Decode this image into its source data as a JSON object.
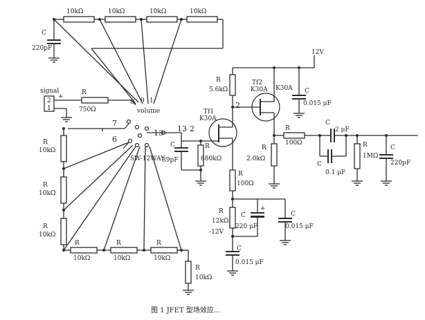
{
  "colors": {
    "ink": "#2a2a2a",
    "background": "#ffffff"
  },
  "diagram": {
    "caption": "图 1   JFET 型场效应...",
    "input": {
      "label": "signal",
      "pin_top": "2",
      "pin_bottom": "1",
      "plus": "+"
    },
    "supply_pos": "12V",
    "supply_neg": "-12V",
    "switch": {
      "line1": "volume",
      "line2": "SW-12WAY",
      "pin7": "7",
      "pin6": "6",
      "pin13": "13",
      "pin_a": "8",
      "pin_b": "9",
      "pin_c": "1"
    },
    "node_labels": {
      "n13": "13",
      "n2a": "2",
      "n2b": "2"
    },
    "transistors": {
      "tf1": {
        "name": "Tf1",
        "type": "K30A"
      },
      "tf2": {
        "name": "Tf2",
        "type": "K30A"
      }
    },
    "components": {
      "top_r1": "10kΩ",
      "top_r2": "10kΩ",
      "top_r3": "10kΩ",
      "top_r4": "10kΩ",
      "c_top_label": "C",
      "c_top": "220pF",
      "r_in_label": "R",
      "r_in": "750Ω",
      "l_r1_label": "R",
      "l_r1": "10kΩ",
      "l_r2_label": "R",
      "l_r2": "10kΩ",
      "l_r3_label": "R",
      "l_r3": "10kΩ",
      "b_r1_label": "R",
      "b_r1": "10kΩ",
      "b_r2_label": "R",
      "b_r2": "10kΩ",
      "b_r3_label": "R",
      "b_r3": "10kΩ",
      "b_r4_label": "R",
      "b_r4": "10kΩ",
      "c_sw_label": "C",
      "c_sw": "39pF",
      "r_gate_label": "R",
      "r_gate": "680kΩ",
      "r_drain1_label": "R",
      "r_drain1": "5.6kΩ",
      "r_src1_label": "R",
      "r_src1": "100Ω",
      "r_src2_label": "R",
      "r_src2": "12kΩ",
      "c_elec_label": "C",
      "c_elec": "220 μF",
      "c_byp_label": "C",
      "c_byp": "0.015 μF",
      "c_neg_label": "C",
      "c_neg": "0.015 μF",
      "c_pos_label": "C",
      "c_pos": "0.015 μF",
      "r_src_tf2_label": "R",
      "r_src_tf2": "2.0kΩ",
      "r_out_label": "R",
      "r_out": "100Ω",
      "c_out1_label": "C",
      "c_out1": "2 μF",
      "c_out2_label": "C",
      "c_out2": "0.1 μF",
      "r_load_label": "R",
      "r_load": "1MΩ",
      "c_load_label": "C",
      "c_load": "220pF"
    }
  }
}
